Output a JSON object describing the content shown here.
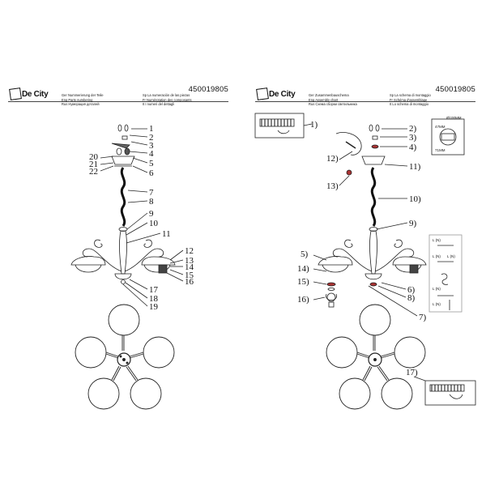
{
  "left": {
    "logo": "De City",
    "code": "450019805",
    "labels": [
      "Ger Nummerierung der Teile",
      "Eng Parts numbering",
      "Rus Нумерация деталей",
      "Sp La numeración de las piezas",
      "Fr Numérotation des composants",
      "It I numeri del dettagli"
    ],
    "numbers": [
      "1",
      "2",
      "3",
      "4",
      "5",
      "6",
      "7",
      "8",
      "9",
      "10",
      "11",
      "12",
      "13",
      "14",
      "15",
      "16",
      "17",
      "18",
      "19",
      "20",
      "21",
      "22"
    ]
  },
  "right": {
    "logo": "De City",
    "code": "450019805",
    "labels": [
      "Ger Zusammenbauschema",
      "Eng Assembly chart",
      "Rus Схема сборки светильника",
      "Sp La schema di montaggio",
      "Fr Schéma d'assemblage",
      "It Lo schema di montaggio"
    ],
    "numbers": [
      "1)",
      "2)",
      "3)",
      "4)",
      "5)",
      "6)",
      "7)",
      "8)",
      "9)",
      "10)",
      "11)",
      "12)",
      "13)",
      "14)",
      "15)",
      "16)",
      "17)"
    ],
    "dim_labels": [
      "Ø100MM",
      "47MM",
      "71MM"
    ],
    "wire_labels": [
      "L (N)",
      "L (N)",
      "L (N)",
      "L (N)",
      "L (N)"
    ]
  }
}
